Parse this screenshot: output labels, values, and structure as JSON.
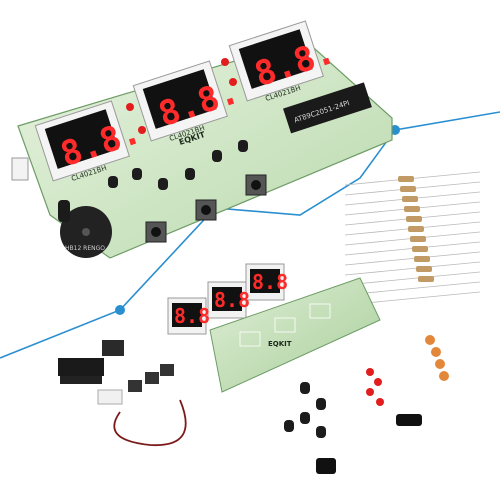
{
  "product": {
    "brand_mark": "EQKIT",
    "display_part": "CL4021BH",
    "chip_part": "AT89C2051-24PI",
    "buzzer_text": "HB12 RENGO"
  },
  "colors": {
    "pcb_green": "#cfe6c4",
    "pcb_dark": "#8fb98a",
    "accent_blue": "#2a8fd0",
    "led_red": "#e11d1d"
  }
}
